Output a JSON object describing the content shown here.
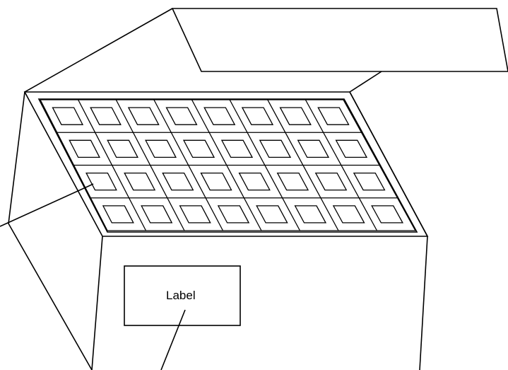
{
  "diagram": {
    "label_text": "Label"
  },
  "grid": {
    "rows": 4,
    "columns": 8
  },
  "colors": {
    "line": "#000000",
    "background": "#ffffff"
  }
}
